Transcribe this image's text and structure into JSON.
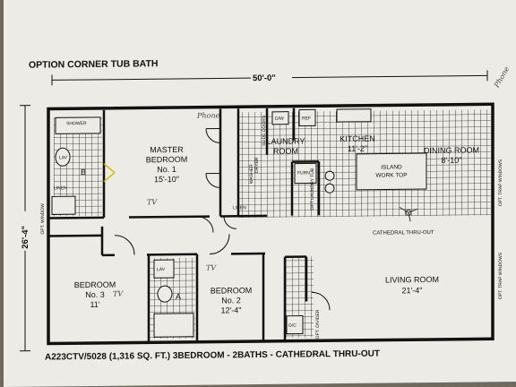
{
  "header": {
    "title": "OPTION CORNER TUB BATH"
  },
  "dimensions": {
    "width": "50'-0\"",
    "depth": "26'-4\""
  },
  "rooms": {
    "master_bedroom": {
      "name": "MASTER",
      "name2": "BEDROOM",
      "number": "No. 1",
      "size": "15'-10\""
    },
    "laundry": {
      "name": "LAUNDRY",
      "name2": "ROOM"
    },
    "kitchen": {
      "name": "KITCHEN",
      "size": "11'-2\""
    },
    "dining": {
      "name": "DINING ROOM",
      "size": "8'-10\""
    },
    "island": {
      "name": "ISLAND",
      "name2": "WORK TOP"
    },
    "bedroom3": {
      "name": "BEDROOM",
      "number": "No. 3",
      "size": "11'"
    },
    "bedroom2": {
      "name": "BEDROOM",
      "number": "No. 2",
      "size": "12'-4\""
    },
    "living": {
      "name": "LIVING ROOM",
      "size": "21'-4\""
    }
  },
  "labels": {
    "shower": "SHOWER",
    "linen1": "LINEN",
    "linen2": "LINEN",
    "bath_b": "B",
    "bath_a": "A",
    "lav": "LAV",
    "lav2": "LAV",
    "opt_window": "OPT. WINDOW",
    "slide_doors": "SLIDE DOORS",
    "washer": "WASHER",
    "dryer": "DRYER",
    "furn": "FURN",
    "opt_laundry_tub": "OPT LAUNDRY TUB",
    "dw": "D/W",
    "ref": "REF",
    "opt_trap_windows": "OPT. TRAP WINDOWS",
    "cathedral": "CATHEDRAL THRU-OUT",
    "opt_divider": "OPT. DIVIDER",
    "gc": "G/C",
    "opt_trap_windows2": "OPT. TRAP WINDOWS"
  },
  "footer": {
    "caption": "A223CTV/5028 (1,316 SQ. FT.) 3BEDROOM - 2BATHS - CATHEDRAL THRU-OUT"
  },
  "annotations": {
    "phone1": "Phone",
    "phone2": "Phone",
    "tv1": "TV",
    "tv2": "TV",
    "tv3": "TV"
  }
}
